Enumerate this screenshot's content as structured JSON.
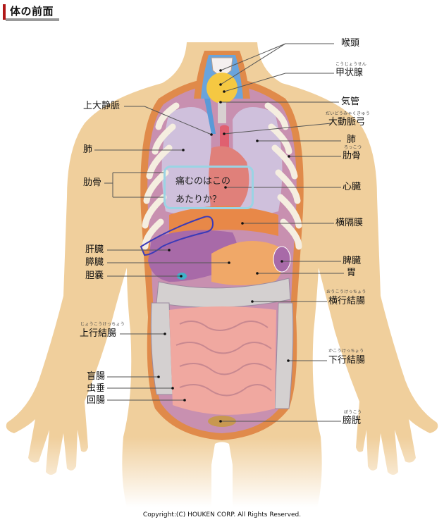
{
  "page": {
    "title": "体の前面",
    "copyright": "Copyright:(C) HOUKEN CORP. All Rights Reserved."
  },
  "callout": {
    "line1": "痛むのはこの",
    "line2": "あたりか？",
    "border_color": "#9ad4e4"
  },
  "labels_right": [
    {
      "id": "larynx",
      "text": "喉頭",
      "ruby": ""
    },
    {
      "id": "thyroid",
      "text": "甲状腺",
      "ruby": "こうじょうせん"
    },
    {
      "id": "trachea",
      "text": "気管",
      "ruby": ""
    },
    {
      "id": "aortic-arch",
      "text": "大動脈弓",
      "ruby": "だいどうみゃくきゅう"
    },
    {
      "id": "lung-right-side",
      "text": "肺",
      "ruby": ""
    },
    {
      "id": "rib-right-side",
      "text": "肋骨",
      "ruby": "ろっこつ"
    },
    {
      "id": "heart",
      "text": "心臓",
      "ruby": ""
    },
    {
      "id": "diaphragm",
      "text": "横隔膜",
      "ruby": ""
    },
    {
      "id": "spleen",
      "text": "脾臓",
      "ruby": ""
    },
    {
      "id": "stomach",
      "text": "胃",
      "ruby": ""
    },
    {
      "id": "transverse-colon",
      "text": "横行結腸",
      "ruby": "おうこうけっちょう"
    },
    {
      "id": "descending-colon",
      "text": "下行結腸",
      "ruby": "かこうけっちょう"
    },
    {
      "id": "bladder",
      "text": "膀胱",
      "ruby": "ぼうこう"
    }
  ],
  "labels_left": [
    {
      "id": "superior-vena-cava",
      "text": "上大静脈",
      "ruby": ""
    },
    {
      "id": "lung-left-side",
      "text": "肺",
      "ruby": ""
    },
    {
      "id": "rib-left-side",
      "text": "肋骨",
      "ruby": ""
    },
    {
      "id": "liver",
      "text": "肝臓",
      "ruby": ""
    },
    {
      "id": "pancreas",
      "text": "膵臓",
      "ruby": ""
    },
    {
      "id": "gallbladder",
      "text": "胆嚢",
      "ruby": ""
    },
    {
      "id": "ascending-colon",
      "text": "上行結腸",
      "ruby": "じょうこうけっちょう"
    },
    {
      "id": "cecum",
      "text": "盲腸",
      "ruby": ""
    },
    {
      "id": "appendix",
      "text": "虫垂",
      "ruby": ""
    },
    {
      "id": "ileum",
      "text": "回腸",
      "ruby": ""
    }
  ],
  "colors": {
    "skin": "#f0cf9c",
    "body_wall": "#e08a4a",
    "lung": "#cfc0dc",
    "liver": "#a86aa8",
    "stomach": "#f0a868",
    "intestine": "#f0a8a0",
    "colon": "#d4d0d0",
    "diaphragm": "#e88848",
    "thyroid": "#f5c842",
    "vein": "#5a9ad8",
    "artery": "#e06070",
    "bladder": "#c89850",
    "annotation_outline": "#3a3ab8",
    "title_accent": "#b01818"
  }
}
